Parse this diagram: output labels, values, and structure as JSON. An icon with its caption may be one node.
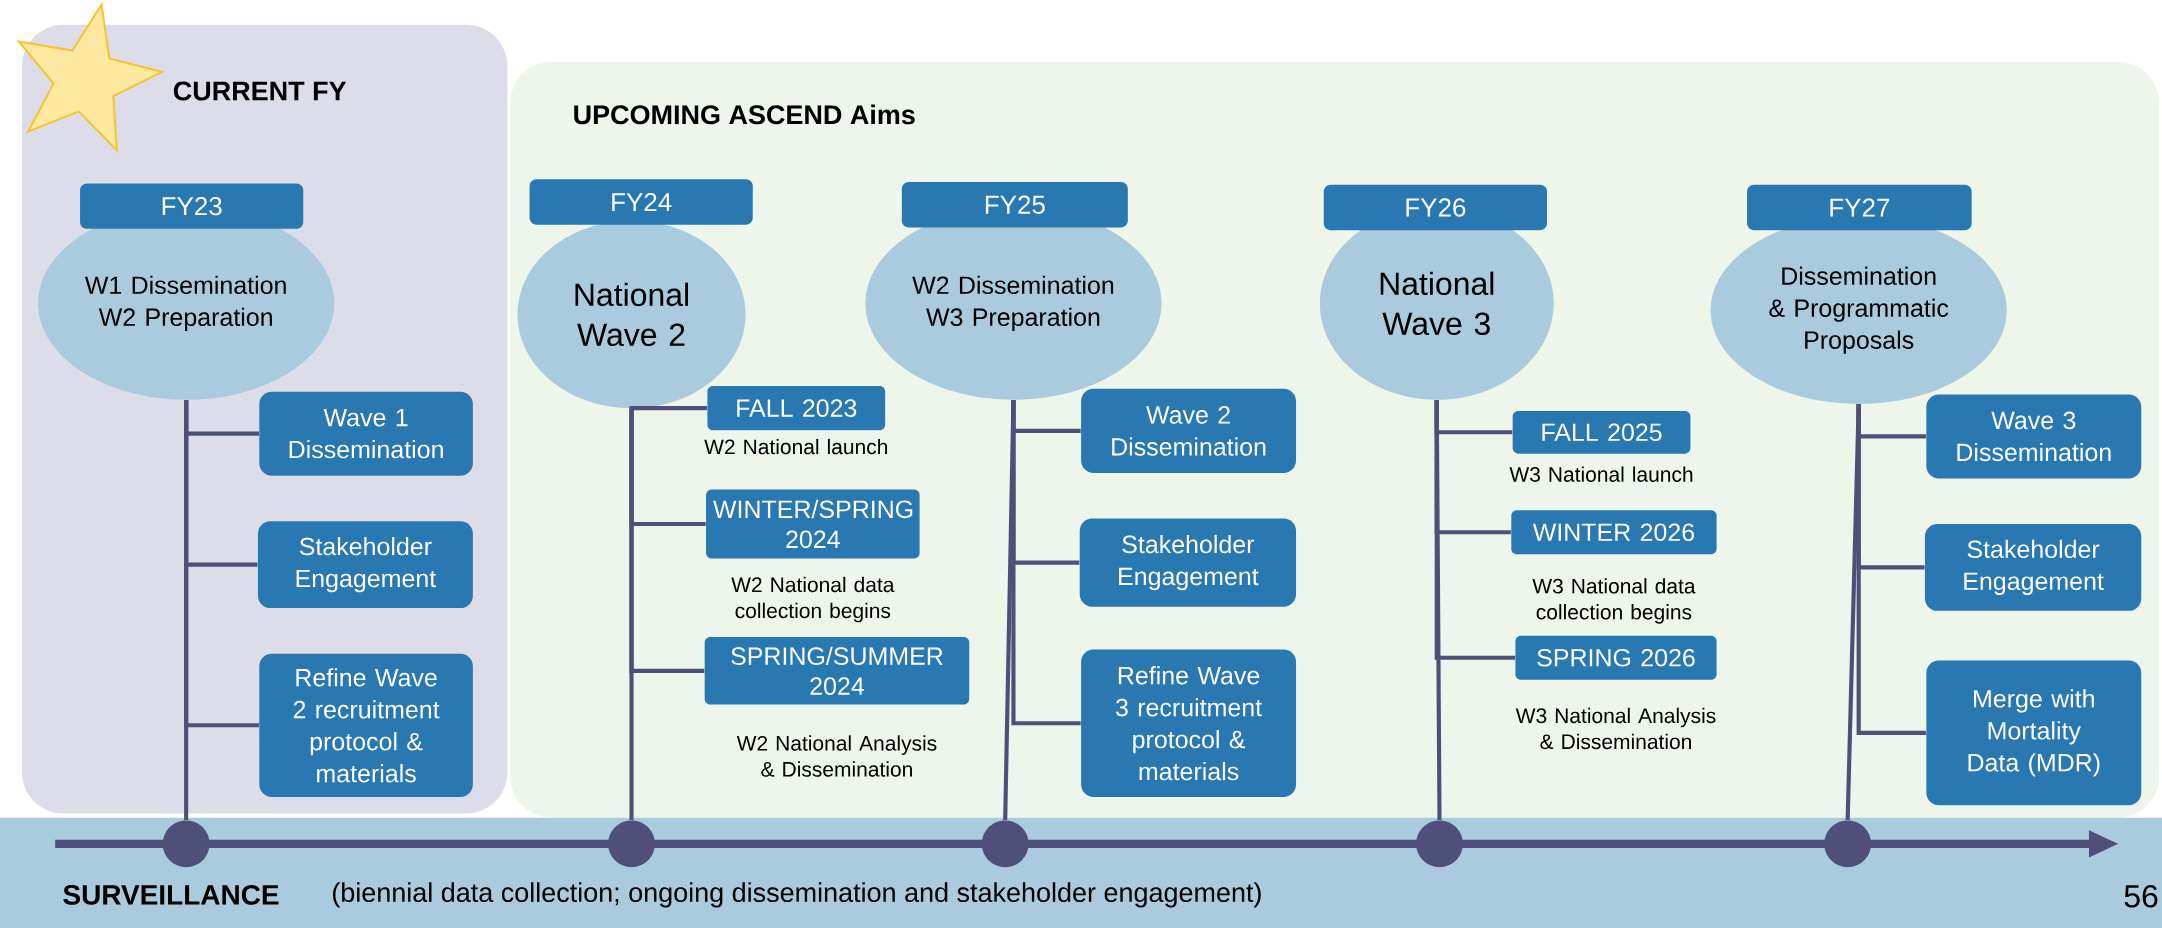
{
  "diagram": {
    "nodes": [
      {
        "text": [
          "CURRENT FY"
        ]
      },
      {
        "text": [
          "UPCOMING ASCEND Aims"
        ]
      },
      {
        "text": [
          "SURVEILLANCE",
          "(biennial data collection; ongoing dissemination and stakeholder engagement)"
        ]
      },
      {
        "text": [
          "FY23"
        ],
        "in": 0
      },
      {
        "text": [
          "W1 Dissemination W2 Preparation"
        ],
        "in": 0
      },
      {
        "text": [
          "Wave 1 Dissemination"
        ],
        "in": 0
      },
      {
        "text": [
          "Stakeholder Engagement"
        ],
        "in": 0
      },
      {
        "text": [
          "Refine Wave 2 recruitment protocol & materials"
        ],
        "in": 0
      },
      {
        "text": [],
        "shape": "circle",
        "in": 2
      },
      {
        "text": [
          "FY24"
        ],
        "in": 1
      },
      {
        "text": [
          "National Wave 2"
        ],
        "in": 1
      },
      {
        "text": [
          "FALL 2023"
        ],
        "beside": [
          "W2 National launch"
        ],
        "in": 1
      },
      {
        "text": [
          "WINTER/SPRING 2024"
        ],
        "beside": [
          "W2 National data collection begins"
        ],
        "in": 1
      },
      {
        "text": [
          "SPRING/SUMMER 2024"
        ],
        "beside": [
          "W2 National Analysis & Dissemination"
        ],
        "in": 1
      },
      {
        "text": [],
        "shape": "circle",
        "in": 2
      },
      {
        "text": [
          "FY25"
        ],
        "in": 1
      },
      {
        "text": [
          "W2 Dissemination W3 Preparation"
        ],
        "in": 1
      },
      {
        "text": [
          "Wave 2 Dissemination"
        ],
        "in": 1
      },
      {
        "text": [
          "Stakeholder Engagement"
        ],
        "in": 1
      },
      {
        "text": [
          "Refine Wave 3 recruitment protocol & materials"
        ],
        "in": 1
      },
      {
        "text": [],
        "shape": "circle",
        "in": 2
      },
      {
        "text": [
          "FY26"
        ],
        "in": 1
      },
      {
        "text": [
          "National Wave 3"
        ],
        "in": 1
      },
      {
        "text": [
          "FALL 2025"
        ],
        "beside": [
          "W3 National launch"
        ],
        "in": 1
      },
      {
        "text": [
          "WINTER 2026"
        ],
        "beside": [
          "W3 National data collection begins"
        ],
        "in": 1
      },
      {
        "text": [
          "SPRING 2026"
        ],
        "beside": [
          "W3 National Analysis & Dissemination"
        ],
        "in": 1
      },
      {
        "text": [],
        "shape": "circle",
        "in": 2
      },
      {
        "text": [
          "FY27"
        ],
        "in": 1
      },
      {
        "text": [
          "Dissemination & Programmatic Proposals"
        ],
        "in": 1
      },
      {
        "text": [
          "Wave 3 Dissemination"
        ],
        "in": 1
      },
      {
        "text": [
          "Stakeholder Engagement"
        ],
        "in": 1
      },
      {
        "text": [
          "Merge with Mortality Data (MDR)"
        ],
        "in": 1
      },
      {
        "text": [],
        "shape": "circle",
        "in": 2
      }
    ],
    "edges": [
      {
        "from": 4,
        "to": 8,
        "arrow": "none"
      },
      {
        "from": 4,
        "to": 5,
        "arrow": "none"
      },
      {
        "from": 4,
        "to": 6,
        "arrow": "none"
      },
      {
        "from": 4,
        "to": 7,
        "arrow": "none"
      },
      {
        "from": 10,
        "to": 14,
        "arrow": "none"
      },
      {
        "from": 10,
        "to": 11,
        "arrow": "none"
      },
      {
        "from": 10,
        "to": 12,
        "arrow": "none"
      },
      {
        "from": 10,
        "to": 13,
        "arrow": "none"
      },
      {
        "from": 16,
        "to": 20,
        "arrow": "none"
      },
      {
        "from": 16,
        "to": 17,
        "arrow": "none"
      },
      {
        "from": 16,
        "to": 18,
        "arrow": "none"
      },
      {
        "from": 16,
        "to": 19,
        "arrow": "none"
      },
      {
        "from": 22,
        "to": 26,
        "arrow": "none"
      },
      {
        "from": 22,
        "to": 23,
        "arrow": "none"
      },
      {
        "from": 22,
        "to": 24,
        "arrow": "none"
      },
      {
        "from": 22,
        "to": 25,
        "arrow": "none"
      },
      {
        "from": 28,
        "to": 32,
        "arrow": "none"
      },
      {
        "from": 28,
        "to": 29,
        "arrow": "none"
      },
      {
        "from": 28,
        "to": 30,
        "arrow": "none"
      },
      {
        "from": 28,
        "to": 31,
        "arrow": "none"
      }
    ],
    "labels": [
      "56"
    ]
  }
}
